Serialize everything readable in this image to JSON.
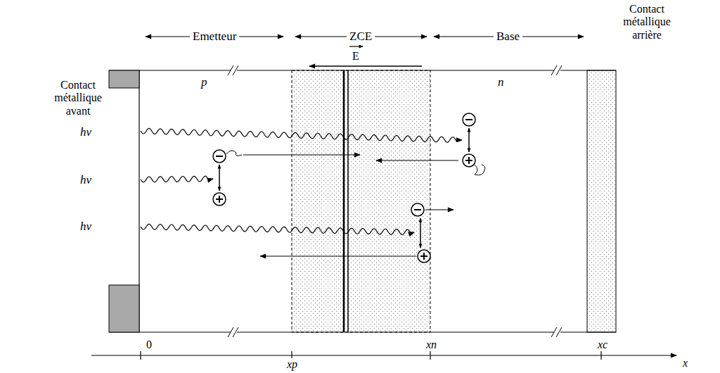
{
  "diagram": {
    "labels": [
      "Contact métallique avant",
      "Emetteur",
      "ZCE",
      "Base",
      "Contact métallique arrière",
      "p",
      "E",
      "n",
      "hν",
      "hν",
      "hν",
      "0",
      "xp",
      "xn",
      "xc",
      "x"
    ]
  }
}
